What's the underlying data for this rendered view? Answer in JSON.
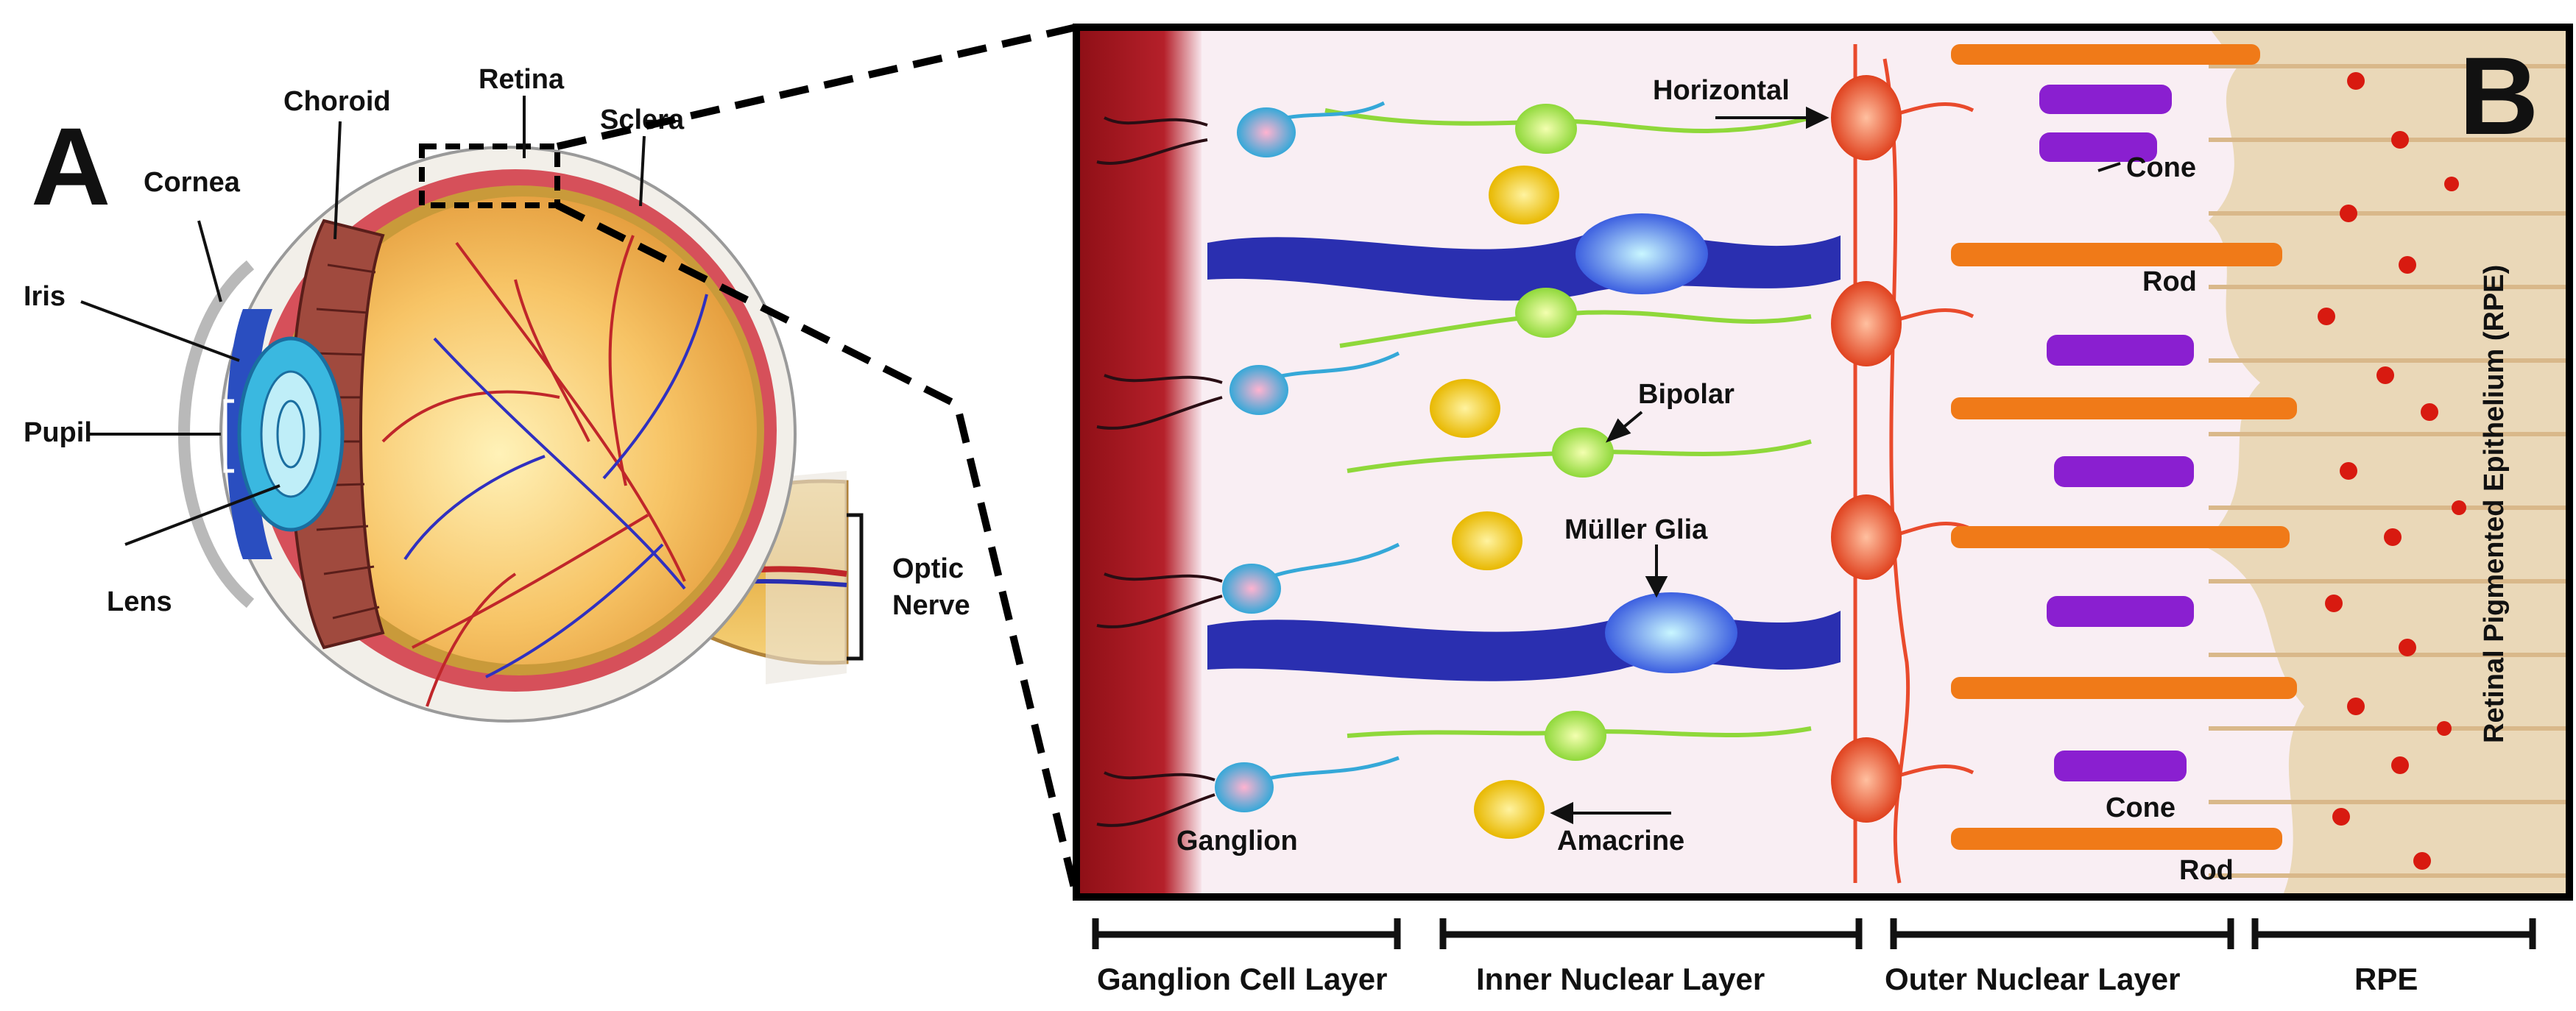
{
  "panel_a": {
    "letter": "A",
    "labels": {
      "choroid": "Choroid",
      "retina": "Retina",
      "sclera": "Sclera",
      "cornea": "Cornea",
      "iris": "Iris",
      "pupil": "Pupil",
      "lens": "Lens",
      "optic_nerve_line1": "Optic",
      "optic_nerve_line2": "Nerve"
    }
  },
  "panel_b": {
    "letter": "B",
    "labels": {
      "horizontal": "Horizontal",
      "cone_top": "Cone",
      "rod_top": "Rod",
      "bipolar": "Bipolar",
      "muller_glia": "Müller Glia",
      "ganglion": "Ganglion",
      "amacrine": "Amacrine",
      "cone_bottom": "Cone",
      "rod_bottom": "Rod",
      "rpe_full": "Retinal Pigmented Epithelium (RPE)"
    },
    "layers": [
      "Ganglion Cell Layer",
      "Inner Nuclear Layer",
      "Outer Nuclear Layer",
      "RPE"
    ]
  },
  "colors": {
    "ganglion": "#35a8d8",
    "bipolar": "#9be03a",
    "amacrine": "#f2cc10",
    "muller": "#2a2fb0",
    "horizontal": "#e94a2c",
    "cone": "#8a1fd0",
    "rod": "#f07a18",
    "rpe_spot": "#d81a10",
    "vitreous": "#a3141c"
  }
}
